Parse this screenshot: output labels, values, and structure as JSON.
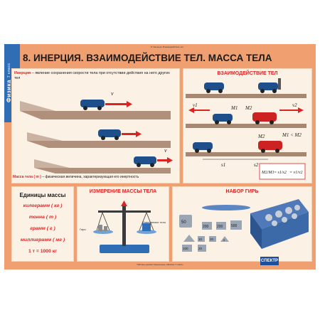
{
  "sidebar": {
    "subject": "Физика",
    "grade": "7 класс"
  },
  "top_note": "8. Инерция. Взаимодействие тел",
  "title": "8. ИНЕРЦИЯ. ВЗАИМОДЕЙСТВИЕ ТЕЛ. МАССА ТЕЛА",
  "inertia": {
    "term": "Инерция",
    "definition": " – явление сохранения скорости тела при отсутствии действия на него других тел",
    "vector": "v"
  },
  "mass_def": {
    "term": "Масса тела ( m )",
    "definition": " – физическая величина, характеризующая его инертность"
  },
  "interaction": {
    "title": "ВЗАИМОДЕЙСТВИЕ ТЕЛ",
    "v1": "v1",
    "v2": "v2",
    "m1": "M1",
    "m2": "M2",
    "s1": "s1",
    "s2": "s2",
    "relation": "M1 < M2",
    "formula_left": "M2/M1",
    "formula_mid": "= s1/s2",
    "formula_right": "= v1/v2"
  },
  "units": {
    "title": "Единицы массы",
    "items": [
      "килограмм ( кг )",
      "тонна ( т )",
      "грамм ( г )",
      "миллиграмм ( мг )"
    ],
    "equiv": "1 т = 1000 кг"
  },
  "measure": {
    "title": "ИЗМЕРЕНИЕ МАССЫ ТЕЛА",
    "label_left": "Гири",
    "label_right": "Измеряемое тело"
  },
  "weights": {
    "title": "НАБОР ГИРЬ",
    "labels": [
      "50",
      "200",
      "200",
      "500",
      "10",
      "20",
      "5",
      "100",
      "20"
    ]
  },
  "brand": "СПЕКТР",
  "bottom_note": "Таблицы демонстрационные «Физика 7 класс»",
  "colors": {
    "accent": "#d22222",
    "panel": "#fbf1e4",
    "frame": "#f0a070",
    "sidebar": "#2f6db5"
  }
}
